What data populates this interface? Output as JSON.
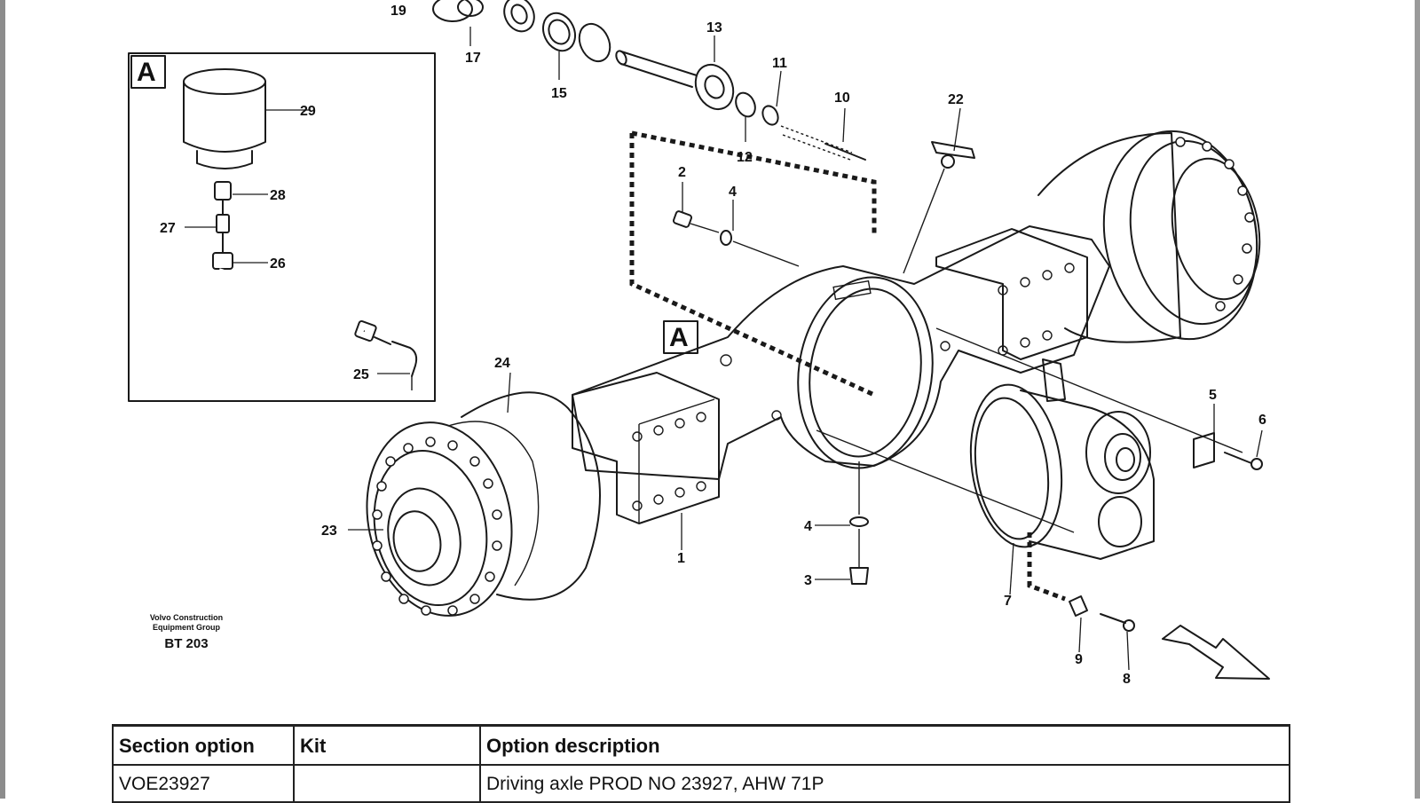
{
  "diagram": {
    "view_label": "A",
    "brand_line1": "Volvo Construction",
    "brand_line2": "Equipment Group",
    "drawing_number": "BT 203",
    "callouts": {
      "c1": "1",
      "c2": "2",
      "c3": "3",
      "c4a": "4",
      "c4b": "4",
      "c5": "5",
      "c6": "6",
      "c7": "7",
      "c8": "8",
      "c9": "9",
      "c10": "10",
      "c11": "11",
      "c12": "12",
      "c13": "13",
      "c15": "15",
      "c17": "17",
      "c19": "19",
      "c22": "22",
      "c23": "23",
      "c24": "24",
      "c25": "25",
      "c26": "26",
      "c27": "27",
      "c28": "28",
      "c29": "29"
    }
  },
  "table": {
    "headers": [
      "Section option",
      "Kit",
      "Option description"
    ],
    "rows": [
      [
        "VOE23927",
        "",
        "Driving axle PROD NO 23927, AHW 71P"
      ]
    ]
  }
}
